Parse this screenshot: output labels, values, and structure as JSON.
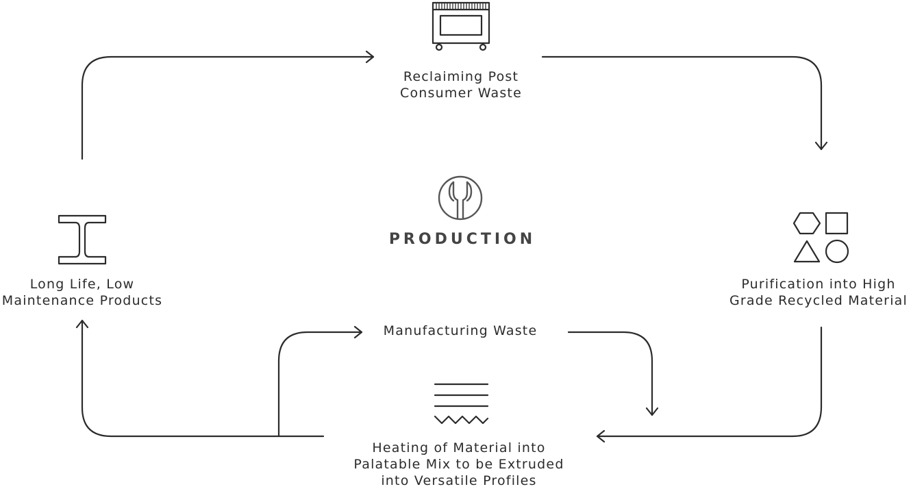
{
  "center": {
    "title": "PRODUCTION",
    "icon": "wrench-icon"
  },
  "nodes": {
    "reclaiming": {
      "lines": [
        "Reclaiming Post",
        "Consumer Waste"
      ],
      "icon": "oven-icon"
    },
    "purification": {
      "lines": [
        "Purification into High",
        "Grade Recycled Material"
      ],
      "icon": "shapes-icon"
    },
    "heating": {
      "lines": [
        "Heating of Material into",
        "Palatable Mix to be Extruded",
        "into Versatile Profiles"
      ],
      "icon": "heat-layers-icon"
    },
    "long_life": {
      "lines": [
        "Long Life, Low",
        "Maintenance Products"
      ],
      "icon": "i-beam-icon"
    },
    "manufacturing_waste": {
      "lines": [
        "Manufacturing Waste"
      ]
    }
  },
  "colors": {
    "stroke": "#2b2b2b",
    "title": "#444444",
    "wrench": "#555555"
  }
}
